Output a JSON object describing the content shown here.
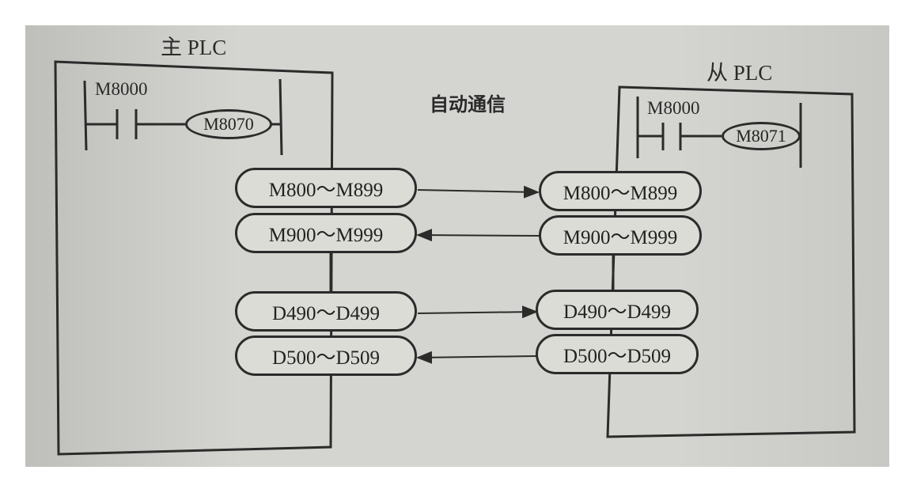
{
  "diagram": {
    "title": "自动通信",
    "master": {
      "label": "主 PLC",
      "contact": "M8000",
      "coil": "M8070",
      "blocks": [
        "M800～M899",
        "M900～M999",
        "D490～D499",
        "D500～D509"
      ]
    },
    "slave": {
      "label": "从 PLC",
      "contact": "M8000",
      "coil": "M8071",
      "blocks": [
        "M800～M899",
        "M900～M999",
        "D490～D499",
        "D500～D509"
      ]
    },
    "links": [
      {
        "from": "master",
        "to": "slave",
        "block": "M800～M899"
      },
      {
        "from": "slave",
        "to": "master",
        "block": "M900～M999"
      },
      {
        "from": "master",
        "to": "slave",
        "block": "D490～D499"
      },
      {
        "from": "slave",
        "to": "master",
        "block": "D500～D509"
      }
    ],
    "colors": {
      "ink": "#2b2b2b",
      "paper": "#d4d4d0"
    }
  }
}
